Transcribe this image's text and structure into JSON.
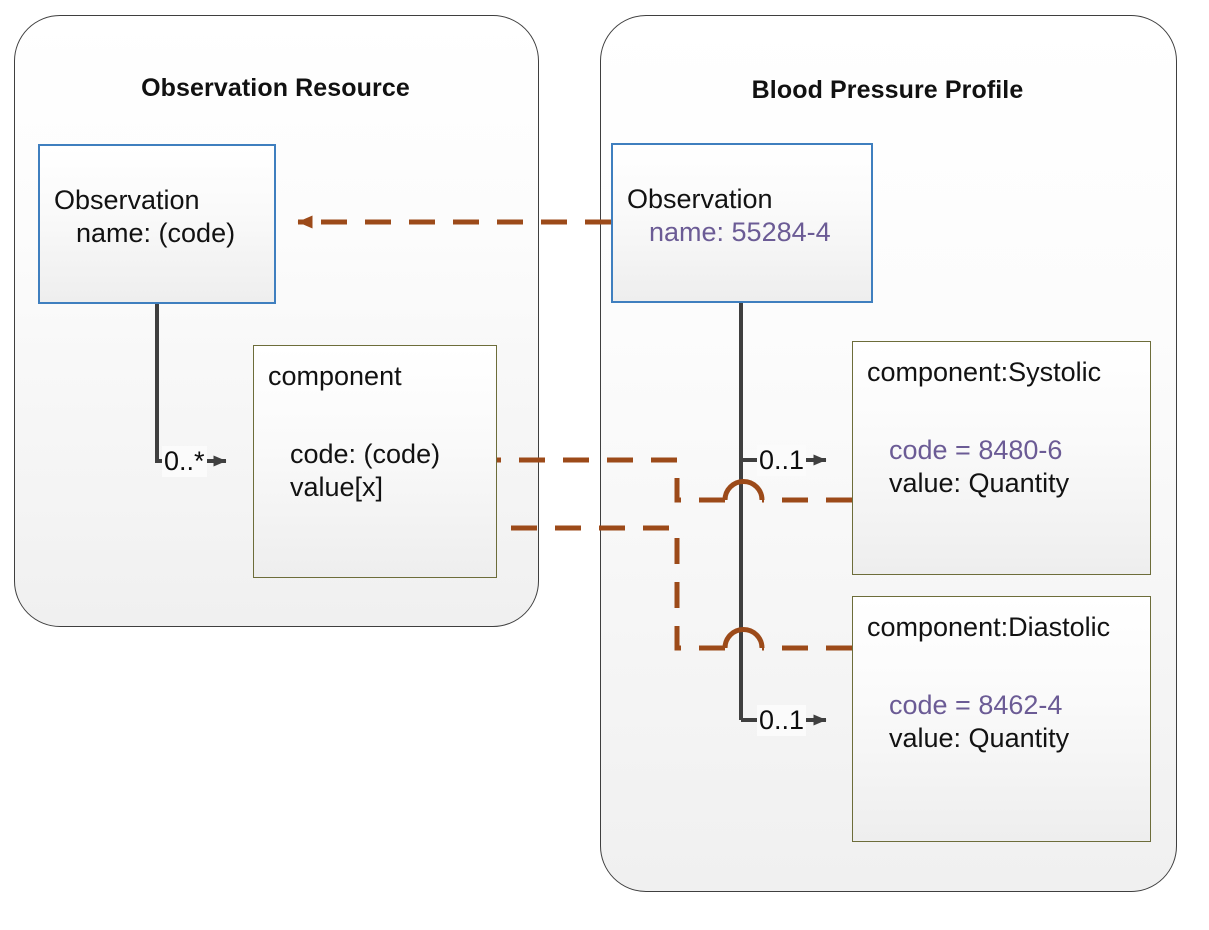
{
  "diagram": {
    "title_left": "Observation Resource",
    "title_right": "Blood Pressure Profile"
  },
  "left_panel": {
    "title": "Observation Resource",
    "observation_box": {
      "name": "Observation",
      "attribute": "name: (code)"
    },
    "component_box": {
      "name": "component",
      "attr1": "code: (code)",
      "attr2": "value[x]"
    },
    "multiplicity": "0..*"
  },
  "right_panel": {
    "title": "Blood Pressure Profile",
    "observation_box": {
      "name": "Observation",
      "attribute": "name: 55284-4"
    },
    "systolic_box": {
      "name": "component:Systolic",
      "attr1": "code = 8480-6",
      "attr2": "value: Quantity"
    },
    "diastolic_box": {
      "name": "component:Diastolic",
      "attr1": "code = 8462-4",
      "attr2": "value: Quantity"
    },
    "multiplicity_systolic": "0..1",
    "multiplicity_diastolic": "0..1"
  },
  "colors": {
    "panel_border": "#3f3f3f",
    "blue_border": "#3f7fbf",
    "olive_border": "#6d6d3a",
    "constraint_arrow": "#9c4a19",
    "composition_line": "#3f3f3f",
    "value_purple": "#6b5b95",
    "text": "#121212"
  }
}
